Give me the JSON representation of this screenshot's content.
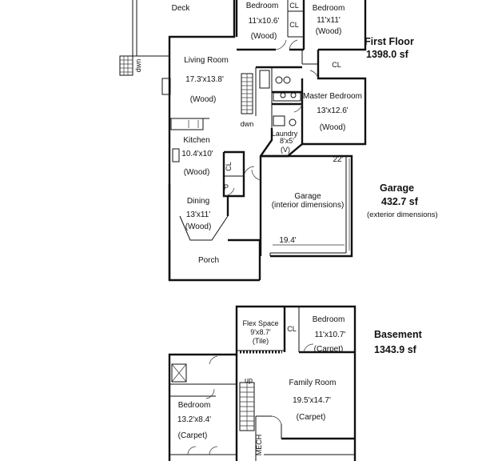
{
  "first_floor": {
    "title": "First Floor",
    "area": "1398.0 sf",
    "rooms": {
      "deck": "Deck",
      "bedroom_a": {
        "name": "Bedroom",
        "dims": "11'x10.6'",
        "floor": "(Wood)"
      },
      "bedroom_b": {
        "name": "Bedroom",
        "dims": "11'x11'",
        "floor": "(Wood)"
      },
      "living_room": {
        "name": "Living Room",
        "dims": "17.3'x13.8'",
        "floor": "(Wood)"
      },
      "master_bedroom": {
        "name": "Master Bedroom",
        "dims": "13'x12.6'",
        "floor": "(Wood)"
      },
      "kitchen": {
        "name": "Kitchen",
        "dims": "10.4'x10'",
        "floor": "(Wood)"
      },
      "laundry": {
        "name": "Laundry",
        "dims": "8'x5'",
        "note": "(V)"
      },
      "dining": {
        "name": "Dining",
        "dims": "13'x11'",
        "floor": "(Wood)"
      },
      "porch": "Porch",
      "garage": {
        "name": "Garage",
        "note": "(interior dimensions)",
        "dim_side": "22'",
        "dim_bottom": "19.4'"
      }
    },
    "labels": {
      "cl": "CL",
      "dwn": "dwn",
      "p": "P"
    }
  },
  "garage_summary": {
    "title": "Garage",
    "area": "432.7 sf",
    "note": "(exterior dimensions)"
  },
  "basement": {
    "title": "Basement",
    "area": "1343.9 sf",
    "rooms": {
      "flex_space": {
        "name": "Flex Space",
        "dims": "9'x8.7'",
        "floor": "(Tile)"
      },
      "bedroom_a": {
        "name": "Bedroom",
        "dims": "11'x10.7'",
        "floor": "(Carpet)"
      },
      "family_room": {
        "name": "Family Room",
        "dims": "19.5'x14.7'",
        "floor": "(Carpet)"
      },
      "bedroom_b": {
        "name": "Bedroom",
        "dims": "13.2'x8.4'",
        "floor": "(Carpet)"
      }
    },
    "labels": {
      "cl": "CL",
      "up": "up",
      "mech": "MECH"
    }
  }
}
